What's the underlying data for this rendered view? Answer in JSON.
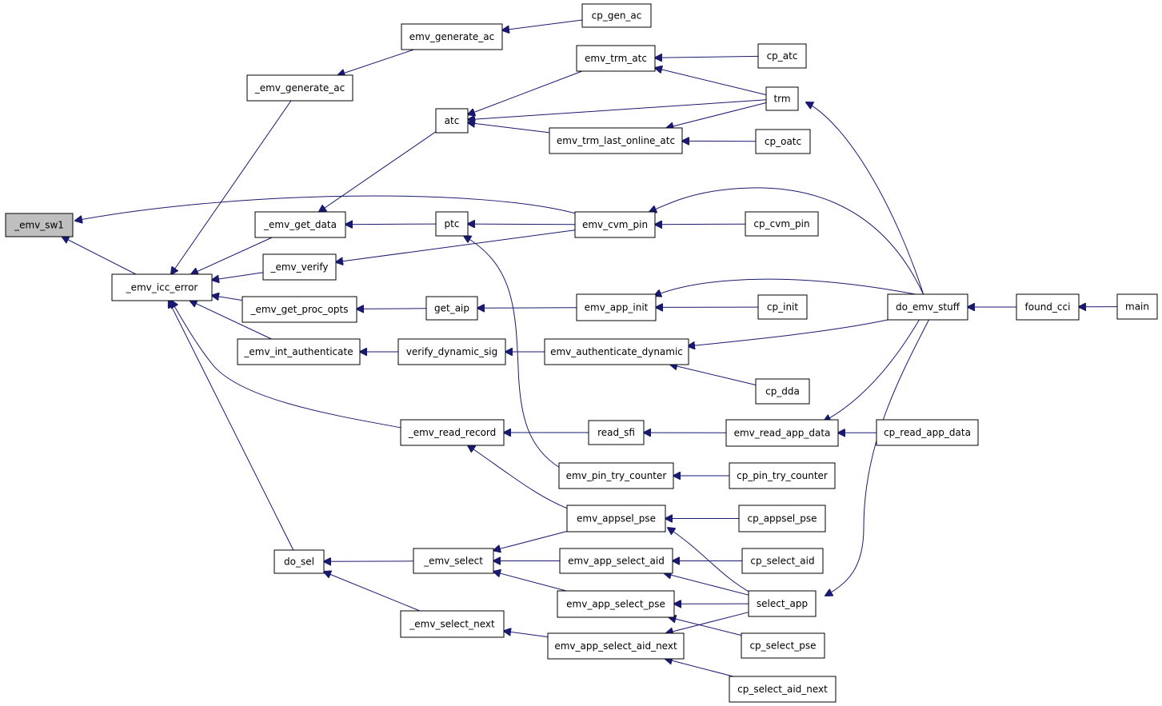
{
  "graph": {
    "nodes": [
      {
        "id": "emv_sw1",
        "label": "_emv_sw1",
        "highlighted": true
      },
      {
        "id": "emv_icc_error",
        "label": "_emv_icc_error"
      },
      {
        "id": "_emv_generate_ac",
        "label": "_emv_generate_ac"
      },
      {
        "id": "emv_generate_ac",
        "label": "emv_generate_ac"
      },
      {
        "id": "cp_gen_ac",
        "label": "cp_gen_ac"
      },
      {
        "id": "emv_get_data",
        "label": "_emv_get_data"
      },
      {
        "id": "emv_verify",
        "label": "_emv_verify"
      },
      {
        "id": "emv_get_proc_opts",
        "label": "_emv_get_proc_opts"
      },
      {
        "id": "emv_int_authenticate",
        "label": "_emv_int_authenticate"
      },
      {
        "id": "emv_read_record",
        "label": "_emv_read_record"
      },
      {
        "id": "do_sel",
        "label": "do_sel"
      },
      {
        "id": "atc",
        "label": "atc"
      },
      {
        "id": "ptc",
        "label": "ptc"
      },
      {
        "id": "get_aip",
        "label": "get_aip"
      },
      {
        "id": "verify_dynamic_sig",
        "label": "verify_dynamic_sig"
      },
      {
        "id": "read_sfi",
        "label": "read_sfi"
      },
      {
        "id": "emv_select",
        "label": "_emv_select"
      },
      {
        "id": "emv_select_next",
        "label": "_emv_select_next"
      },
      {
        "id": "emv_trm_atc",
        "label": "emv_trm_atc"
      },
      {
        "id": "emv_trm_last_online_atc",
        "label": "emv_trm_last_online_atc"
      },
      {
        "id": "emv_cvm_pin",
        "label": "emv_cvm_pin"
      },
      {
        "id": "emv_app_init",
        "label": "emv_app_init"
      },
      {
        "id": "emv_authenticate_dynamic",
        "label": "emv_authenticate_dynamic"
      },
      {
        "id": "emv_pin_try_counter",
        "label": "emv_pin_try_counter"
      },
      {
        "id": "emv_read_app_data",
        "label": "emv_read_app_data"
      },
      {
        "id": "emv_appsel_pse",
        "label": "emv_appsel_pse"
      },
      {
        "id": "emv_app_select_aid",
        "label": "emv_app_select_aid"
      },
      {
        "id": "emv_app_select_pse",
        "label": "emv_app_select_pse"
      },
      {
        "id": "emv_app_select_aid_next",
        "label": "emv_app_select_aid_next"
      },
      {
        "id": "cp_atc",
        "label": "cp_atc"
      },
      {
        "id": "trm",
        "label": "trm"
      },
      {
        "id": "cp_oatc",
        "label": "cp_oatc"
      },
      {
        "id": "cp_cvm_pin",
        "label": "cp_cvm_pin"
      },
      {
        "id": "cp_init",
        "label": "cp_init"
      },
      {
        "id": "cp_dda",
        "label": "cp_dda"
      },
      {
        "id": "cp_read_app_data",
        "label": "cp_read_app_data"
      },
      {
        "id": "cp_pin_try_counter",
        "label": "cp_pin_try_counter"
      },
      {
        "id": "cp_appsel_pse",
        "label": "cp_appsel_pse"
      },
      {
        "id": "cp_select_aid",
        "label": "cp_select_aid"
      },
      {
        "id": "select_app",
        "label": "select_app"
      },
      {
        "id": "cp_select_pse",
        "label": "cp_select_pse"
      },
      {
        "id": "cp_select_aid_next",
        "label": "cp_select_aid_next"
      },
      {
        "id": "do_emv_stuff",
        "label": "do_emv_stuff"
      },
      {
        "id": "found_cci",
        "label": "found_cci"
      },
      {
        "id": "main",
        "label": "main"
      }
    ],
    "edges": [
      {
        "from": "emv_icc_error",
        "to": "emv_sw1"
      },
      {
        "from": "emv_cvm_pin",
        "to": "emv_sw1"
      },
      {
        "from": "_emv_generate_ac",
        "to": "emv_icc_error"
      },
      {
        "from": "emv_get_data",
        "to": "emv_icc_error"
      },
      {
        "from": "emv_verify",
        "to": "emv_icc_error"
      },
      {
        "from": "emv_get_proc_opts",
        "to": "emv_icc_error"
      },
      {
        "from": "emv_int_authenticate",
        "to": "emv_icc_error"
      },
      {
        "from": "emv_read_record",
        "to": "emv_icc_error"
      },
      {
        "from": "do_sel",
        "to": "emv_icc_error"
      },
      {
        "from": "emv_generate_ac",
        "to": "_emv_generate_ac"
      },
      {
        "from": "cp_gen_ac",
        "to": "emv_generate_ac"
      },
      {
        "from": "atc",
        "to": "emv_get_data"
      },
      {
        "from": "ptc",
        "to": "emv_get_data"
      },
      {
        "from": "emv_trm_atc",
        "to": "atc"
      },
      {
        "from": "trm",
        "to": "atc"
      },
      {
        "from": "emv_trm_last_online_atc",
        "to": "atc"
      },
      {
        "from": "cp_atc",
        "to": "emv_trm_atc"
      },
      {
        "from": "trm",
        "to": "emv_trm_atc"
      },
      {
        "from": "trm",
        "to": "emv_trm_last_online_atc"
      },
      {
        "from": "cp_oatc",
        "to": "emv_trm_last_online_atc"
      },
      {
        "from": "do_emv_stuff",
        "to": "trm"
      },
      {
        "from": "emv_cvm_pin",
        "to": "ptc"
      },
      {
        "from": "emv_pin_try_counter",
        "to": "ptc"
      },
      {
        "from": "emv_cvm_pin",
        "to": "emv_verify"
      },
      {
        "from": "cp_cvm_pin",
        "to": "emv_cvm_pin"
      },
      {
        "from": "do_emv_stuff",
        "to": "emv_cvm_pin"
      },
      {
        "from": "get_aip",
        "to": "emv_get_proc_opts"
      },
      {
        "from": "emv_app_init",
        "to": "get_aip"
      },
      {
        "from": "cp_init",
        "to": "emv_app_init"
      },
      {
        "from": "do_emv_stuff",
        "to": "emv_app_init"
      },
      {
        "from": "verify_dynamic_sig",
        "to": "emv_int_authenticate"
      },
      {
        "from": "emv_authenticate_dynamic",
        "to": "verify_dynamic_sig"
      },
      {
        "from": "do_emv_stuff",
        "to": "emv_authenticate_dynamic"
      },
      {
        "from": "cp_dda",
        "to": "emv_authenticate_dynamic"
      },
      {
        "from": "read_sfi",
        "to": "emv_read_record"
      },
      {
        "from": "emv_appsel_pse",
        "to": "emv_read_record"
      },
      {
        "from": "emv_read_app_data",
        "to": "read_sfi"
      },
      {
        "from": "cp_read_app_data",
        "to": "emv_read_app_data"
      },
      {
        "from": "do_emv_stuff",
        "to": "emv_read_app_data"
      },
      {
        "from": "cp_pin_try_counter",
        "to": "emv_pin_try_counter"
      },
      {
        "from": "emv_select",
        "to": "do_sel"
      },
      {
        "from": "emv_select_next",
        "to": "do_sel"
      },
      {
        "from": "emv_appsel_pse",
        "to": "emv_select"
      },
      {
        "from": "emv_app_select_aid",
        "to": "emv_select"
      },
      {
        "from": "emv_app_select_pse",
        "to": "emv_select"
      },
      {
        "from": "emv_app_select_aid_next",
        "to": "emv_select_next"
      },
      {
        "from": "cp_appsel_pse",
        "to": "emv_appsel_pse"
      },
      {
        "from": "select_app",
        "to": "emv_appsel_pse"
      },
      {
        "from": "cp_select_aid",
        "to": "emv_app_select_aid"
      },
      {
        "from": "select_app",
        "to": "emv_app_select_aid"
      },
      {
        "from": "select_app",
        "to": "emv_app_select_pse"
      },
      {
        "from": "cp_select_pse",
        "to": "emv_app_select_pse"
      },
      {
        "from": "select_app",
        "to": "emv_app_select_aid_next"
      },
      {
        "from": "cp_select_aid_next",
        "to": "emv_app_select_aid_next"
      },
      {
        "from": "do_emv_stuff",
        "to": "select_app"
      },
      {
        "from": "found_cci",
        "to": "do_emv_stuff"
      },
      {
        "from": "main",
        "to": "found_cci"
      }
    ]
  }
}
